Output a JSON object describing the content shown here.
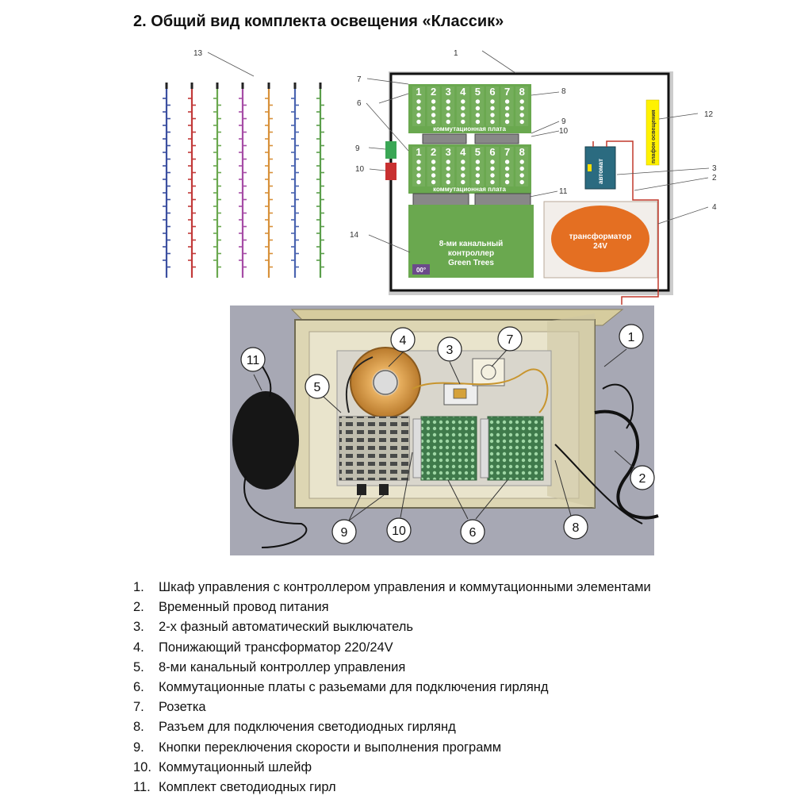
{
  "title": "2.  Общий вид комплекта освещения «Классик»",
  "scheme": {
    "board_label": "коммутационная плата",
    "channel_numbers": [
      "1",
      "2",
      "3",
      "4",
      "5",
      "6",
      "7",
      "8"
    ],
    "controller_text": [
      "8-ми канальный",
      "контроллер",
      "Green Trees"
    ],
    "controller_badge": "00°",
    "transformer_text": [
      "трансформатор",
      "24V"
    ],
    "breaker_text": "автомат",
    "lamp_text": "плафон освещения",
    "callouts": [
      "13",
      "1",
      "7",
      "6",
      "8",
      "9",
      "10",
      "9",
      "10",
      "11",
      "14",
      "12",
      "3",
      "2",
      "4"
    ]
  },
  "photo_callouts": [
    "1",
    "2",
    "3",
    "4",
    "5",
    "6",
    "7",
    "8",
    "9",
    "10",
    "11"
  ],
  "garland_colors": [
    "#3b4fa0",
    "#c23a3a",
    "#6aa84f",
    "#a64ca6",
    "#d8913a",
    "#4a64b0",
    "#5a9e4a"
  ],
  "legend": [
    {
      "num": "1.",
      "text": "Шкаф управления с контроллером управления и коммутационными элементами"
    },
    {
      "num": "2.",
      "text": "Временный провод питания"
    },
    {
      "num": "3.",
      "text": "2-х фазный автоматический выключатель"
    },
    {
      "num": "4.",
      "text": "Понижающий трансформатор 220/24V"
    },
    {
      "num": "5.",
      "text": "8-ми канальный контроллер управления"
    },
    {
      "num": "6.",
      "text": "Коммутационные платы с разьемами для подключения гирлянд"
    },
    {
      "num": "7.",
      "text": "Розетка"
    },
    {
      "num": "8.",
      "text": "Разъем для подключения светодиодных гирлянд"
    },
    {
      "num": "9.",
      "text": "Кнопки переключения скорости и выполнения программ"
    },
    {
      "num": "10.",
      "text": "Коммутационный шлейф"
    },
    {
      "num": "11.",
      "text": "Комплект светодиодных гирл"
    }
  ]
}
